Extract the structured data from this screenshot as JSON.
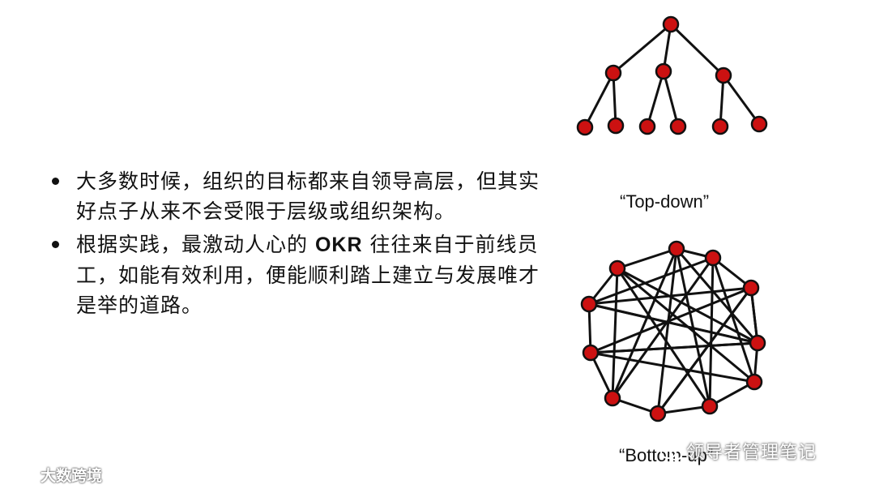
{
  "bullets": [
    {
      "text": "大多数时候，组织的目标都来自领导高层，但其实好点子从来不会受限于层级或组织架构。"
    },
    {
      "before": "根据实践，最激动人心的 ",
      "bold": "OKR",
      "after": " 往往来自于前线员工，如能有效利用，便能顺利踏上建立与发展唯才是举的道路。"
    }
  ],
  "captions": {
    "top_down": "“Top-down”",
    "bottom_up": "“Bottom-up”"
  },
  "watermarks": {
    "right": "领导者管理笔记",
    "left": "大数跨境"
  },
  "colors": {
    "node_fill": "#cc1111",
    "node_stroke": "#111111",
    "edge": "#111111"
  },
  "diagrams": {
    "tree": {
      "nodes": [
        "root",
        "a",
        "b",
        "c",
        "a1",
        "a2",
        "b1",
        "b2",
        "c1",
        "c2"
      ],
      "edges": [
        [
          "root",
          "a"
        ],
        [
          "root",
          "b"
        ],
        [
          "root",
          "c"
        ],
        [
          "a",
          "a1"
        ],
        [
          "a",
          "a2"
        ],
        [
          "b",
          "b1"
        ],
        [
          "b",
          "b2"
        ],
        [
          "c",
          "c1"
        ],
        [
          "c",
          "c2"
        ]
      ]
    },
    "network": {
      "nodes": [
        "n1",
        "n2",
        "n3",
        "n4",
        "n5",
        "n6",
        "n7",
        "n8",
        "n9",
        "n10",
        "n11",
        "n12",
        "n13"
      ],
      "edges": [
        [
          "n1",
          "n2"
        ],
        [
          "n2",
          "n3"
        ],
        [
          "n3",
          "n4"
        ],
        [
          "n4",
          "n5"
        ],
        [
          "n5",
          "n6"
        ],
        [
          "n6",
          "n7"
        ],
        [
          "n7",
          "n8"
        ],
        [
          "n8",
          "n9"
        ],
        [
          "n9",
          "n10"
        ],
        [
          "n10",
          "n11"
        ],
        [
          "n11",
          "n12"
        ],
        [
          "n12",
          "n1"
        ],
        [
          "n1",
          "n7"
        ],
        [
          "n1",
          "n8"
        ],
        [
          "n1",
          "n10"
        ],
        [
          "n1",
          "n6"
        ],
        [
          "n2",
          "n9"
        ],
        [
          "n2",
          "n10"
        ],
        [
          "n2",
          "n6"
        ],
        [
          "n2",
          "n8"
        ],
        [
          "n3",
          "n8"
        ],
        [
          "n3",
          "n10"
        ],
        [
          "n3",
          "n12"
        ],
        [
          "n3",
          "n7"
        ],
        [
          "n4",
          "n11"
        ],
        [
          "n4",
          "n9"
        ],
        [
          "n4",
          "n12"
        ],
        [
          "n12",
          "n5"
        ],
        [
          "n12",
          "n6"
        ],
        [
          "n11",
          "n5"
        ],
        [
          "n11",
          "n6"
        ],
        [
          "n11",
          "n7"
        ],
        [
          "n9",
          "n13"
        ],
        [
          "n13",
          "n6"
        ],
        [
          "n13",
          "n4"
        ]
      ]
    }
  }
}
